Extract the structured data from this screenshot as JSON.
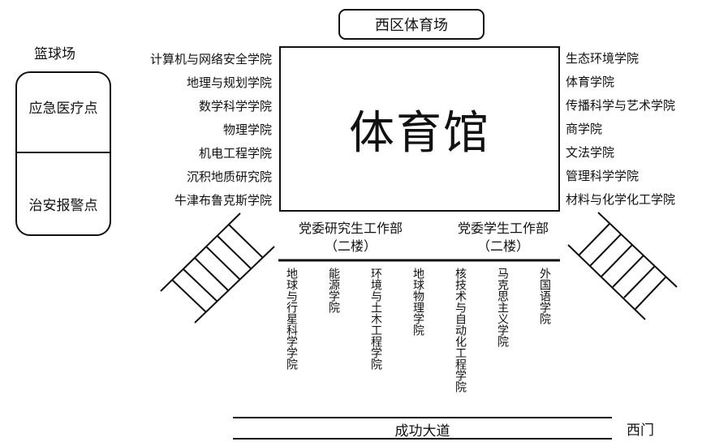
{
  "top_venue": "西区体育场",
  "main_venue": "体育馆",
  "court_label": "篮球场",
  "side_points": [
    "应急医疗点",
    "治安报警点"
  ],
  "left_colleges": [
    "计算机与网络安全学院",
    "地理与规划学院",
    "数学科学学院",
    "物理学院",
    "机电工程学院",
    "沉积地质研究院",
    "牛津布鲁克斯学院"
  ],
  "right_colleges": [
    "生态环境学院",
    "体育学院",
    "传播科学与艺术学院",
    "商学院",
    "文法学院",
    "管理科学学院",
    "材料与化学化工学院"
  ],
  "offices": [
    {
      "name": "党委研究生工作部",
      "floor": "（二楼）"
    },
    {
      "name": "党委学生工作部",
      "floor": "（二楼）"
    }
  ],
  "bottom_colleges": [
    "地球与行星科学学院",
    "能源学院",
    "环境与土木工程学院",
    "地球物理学院",
    "核技术与自动化工程学院",
    "马克思主义学院",
    "外国语学院"
  ],
  "road": "成功大道",
  "gate": "西门"
}
